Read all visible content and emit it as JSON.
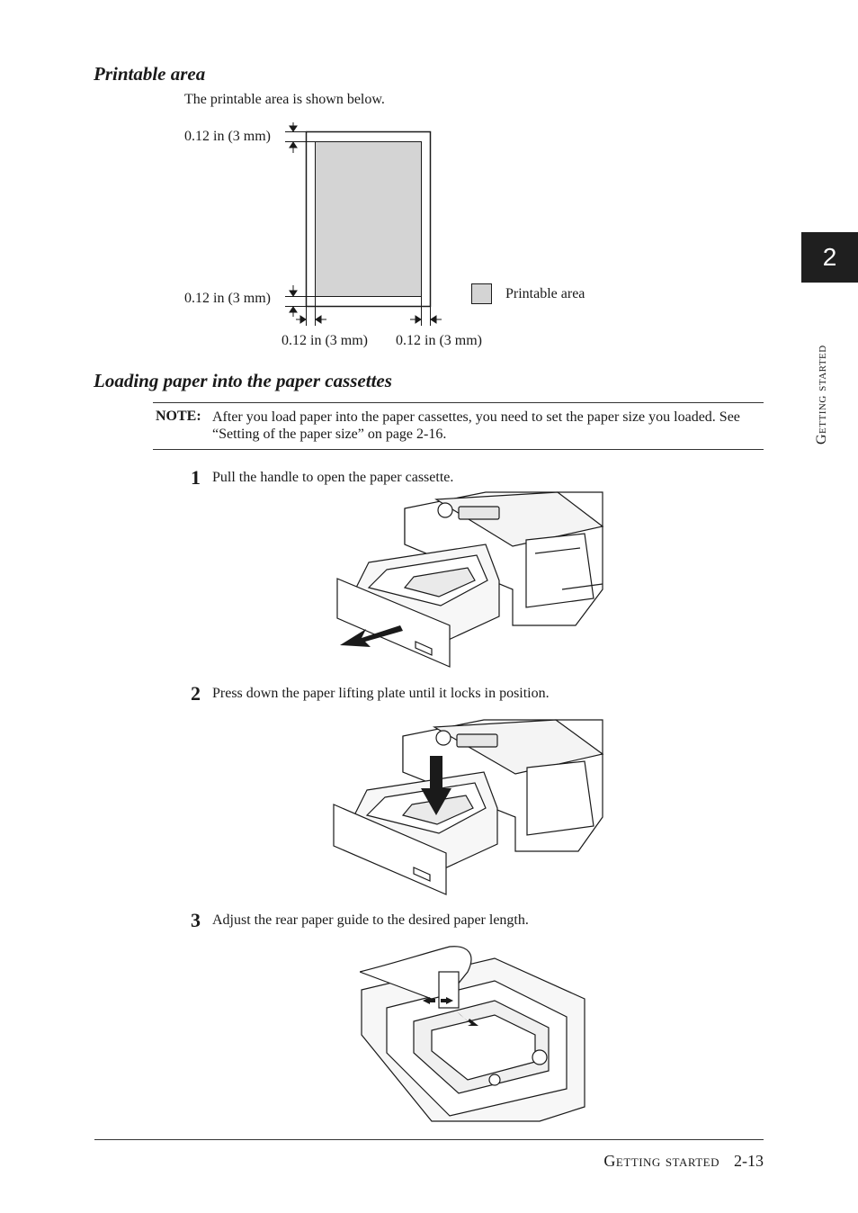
{
  "section1": {
    "heading": "Printable area",
    "intro": "The printable area is shown below.",
    "dim_top": "0.12 in (3 mm)",
    "dim_bottom": "0.12 in (3 mm)",
    "dim_left": "0.12 in (3 mm)",
    "dim_right": "0.12 in (3 mm)",
    "legend": "Printable area"
  },
  "section2": {
    "heading": "Loading paper into the paper cassettes",
    "note_label": "NOTE:",
    "note_text": "After you load paper into the paper cassettes, you need to set the paper size you loaded.  See “Setting of the paper size” on page 2-16.",
    "steps": [
      {
        "num": "1",
        "text": "Pull the handle to open the paper cassette."
      },
      {
        "num": "2",
        "text": "Press down the paper lifting plate until it locks in position."
      },
      {
        "num": "3",
        "text": "Adjust the rear paper guide to the desired paper length."
      }
    ]
  },
  "sidebar": {
    "chapter_number": "2",
    "chapter_title": "Getting started"
  },
  "footer": {
    "section": "Getting started",
    "page": "2-13"
  },
  "colors": {
    "printable_fill": "#d4d4d4",
    "tab_bg": "#1f1f1f"
  }
}
